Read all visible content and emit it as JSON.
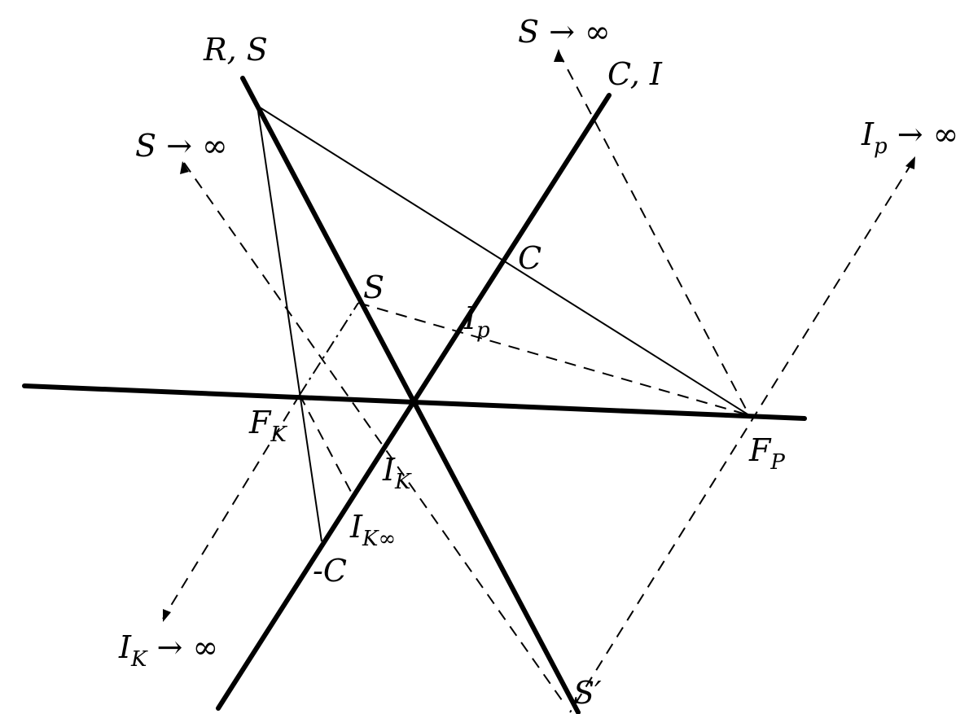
{
  "labels": {
    "rs": "R, S",
    "ci": "C, I",
    "s_inf_top": "S → ∞",
    "s_inf_left": "S → ∞",
    "ip_inf": {
      "main": "I",
      "sub": "p",
      "tail": " → ∞"
    },
    "c": "C",
    "s": "S",
    "ip": {
      "main": "I",
      "sub": "p"
    },
    "fk": {
      "main": "F",
      "sub": "K"
    },
    "fp": {
      "main": "F",
      "sub": "P"
    },
    "ik": {
      "main": "I",
      "sub": "K"
    },
    "ikinf": {
      "main": "I",
      "sub": "K∞"
    },
    "neg_c": "-C",
    "ik_inf": {
      "main": "I",
      "sub": "K",
      "tail": " → ∞"
    },
    "s_prime": "S′"
  }
}
